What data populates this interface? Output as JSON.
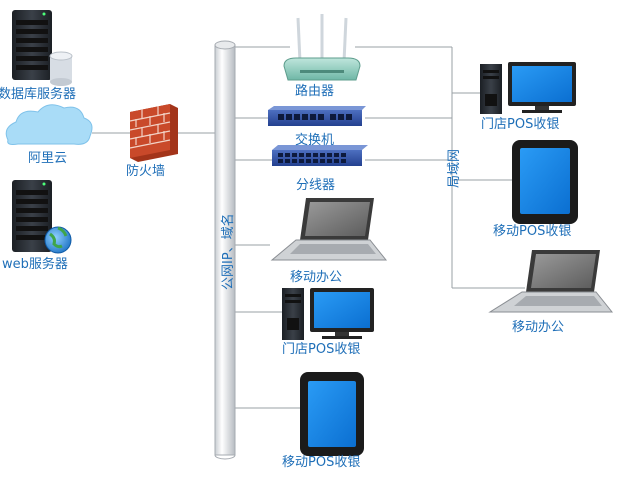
{
  "labels": {
    "db_server": "数据库服务器",
    "aliyun": "阿里云",
    "web_server": "web服务器",
    "firewall": "防火墙",
    "router": "路由器",
    "switch": "交换机",
    "hub": "分线器",
    "laptop_center": "移动办公",
    "store_pos_center": "门店POS收银",
    "tablet_center": "移动POS收银",
    "store_pos_right": "门店POS收银",
    "tablet_right": "移动POS收银",
    "laptop_right": "移动办公",
    "backbone": "公网IP、域名",
    "lan": "局域网"
  },
  "icons": {
    "server": "server-icon",
    "cloud": "cloud-icon",
    "firewall": "brick-wall-icon",
    "router": "router-icon",
    "switch": "switch-icon",
    "laptop": "laptop-icon",
    "desktop": "desktop-pc-icon",
    "tablet": "tablet-icon",
    "globe": "globe-icon",
    "database": "database-icon"
  },
  "colors": {
    "label": "#1f6fb8",
    "line": "#9aa0a6",
    "brick": "#c2421d",
    "screen": "#1688e8",
    "server_body": "#2a2f36"
  }
}
